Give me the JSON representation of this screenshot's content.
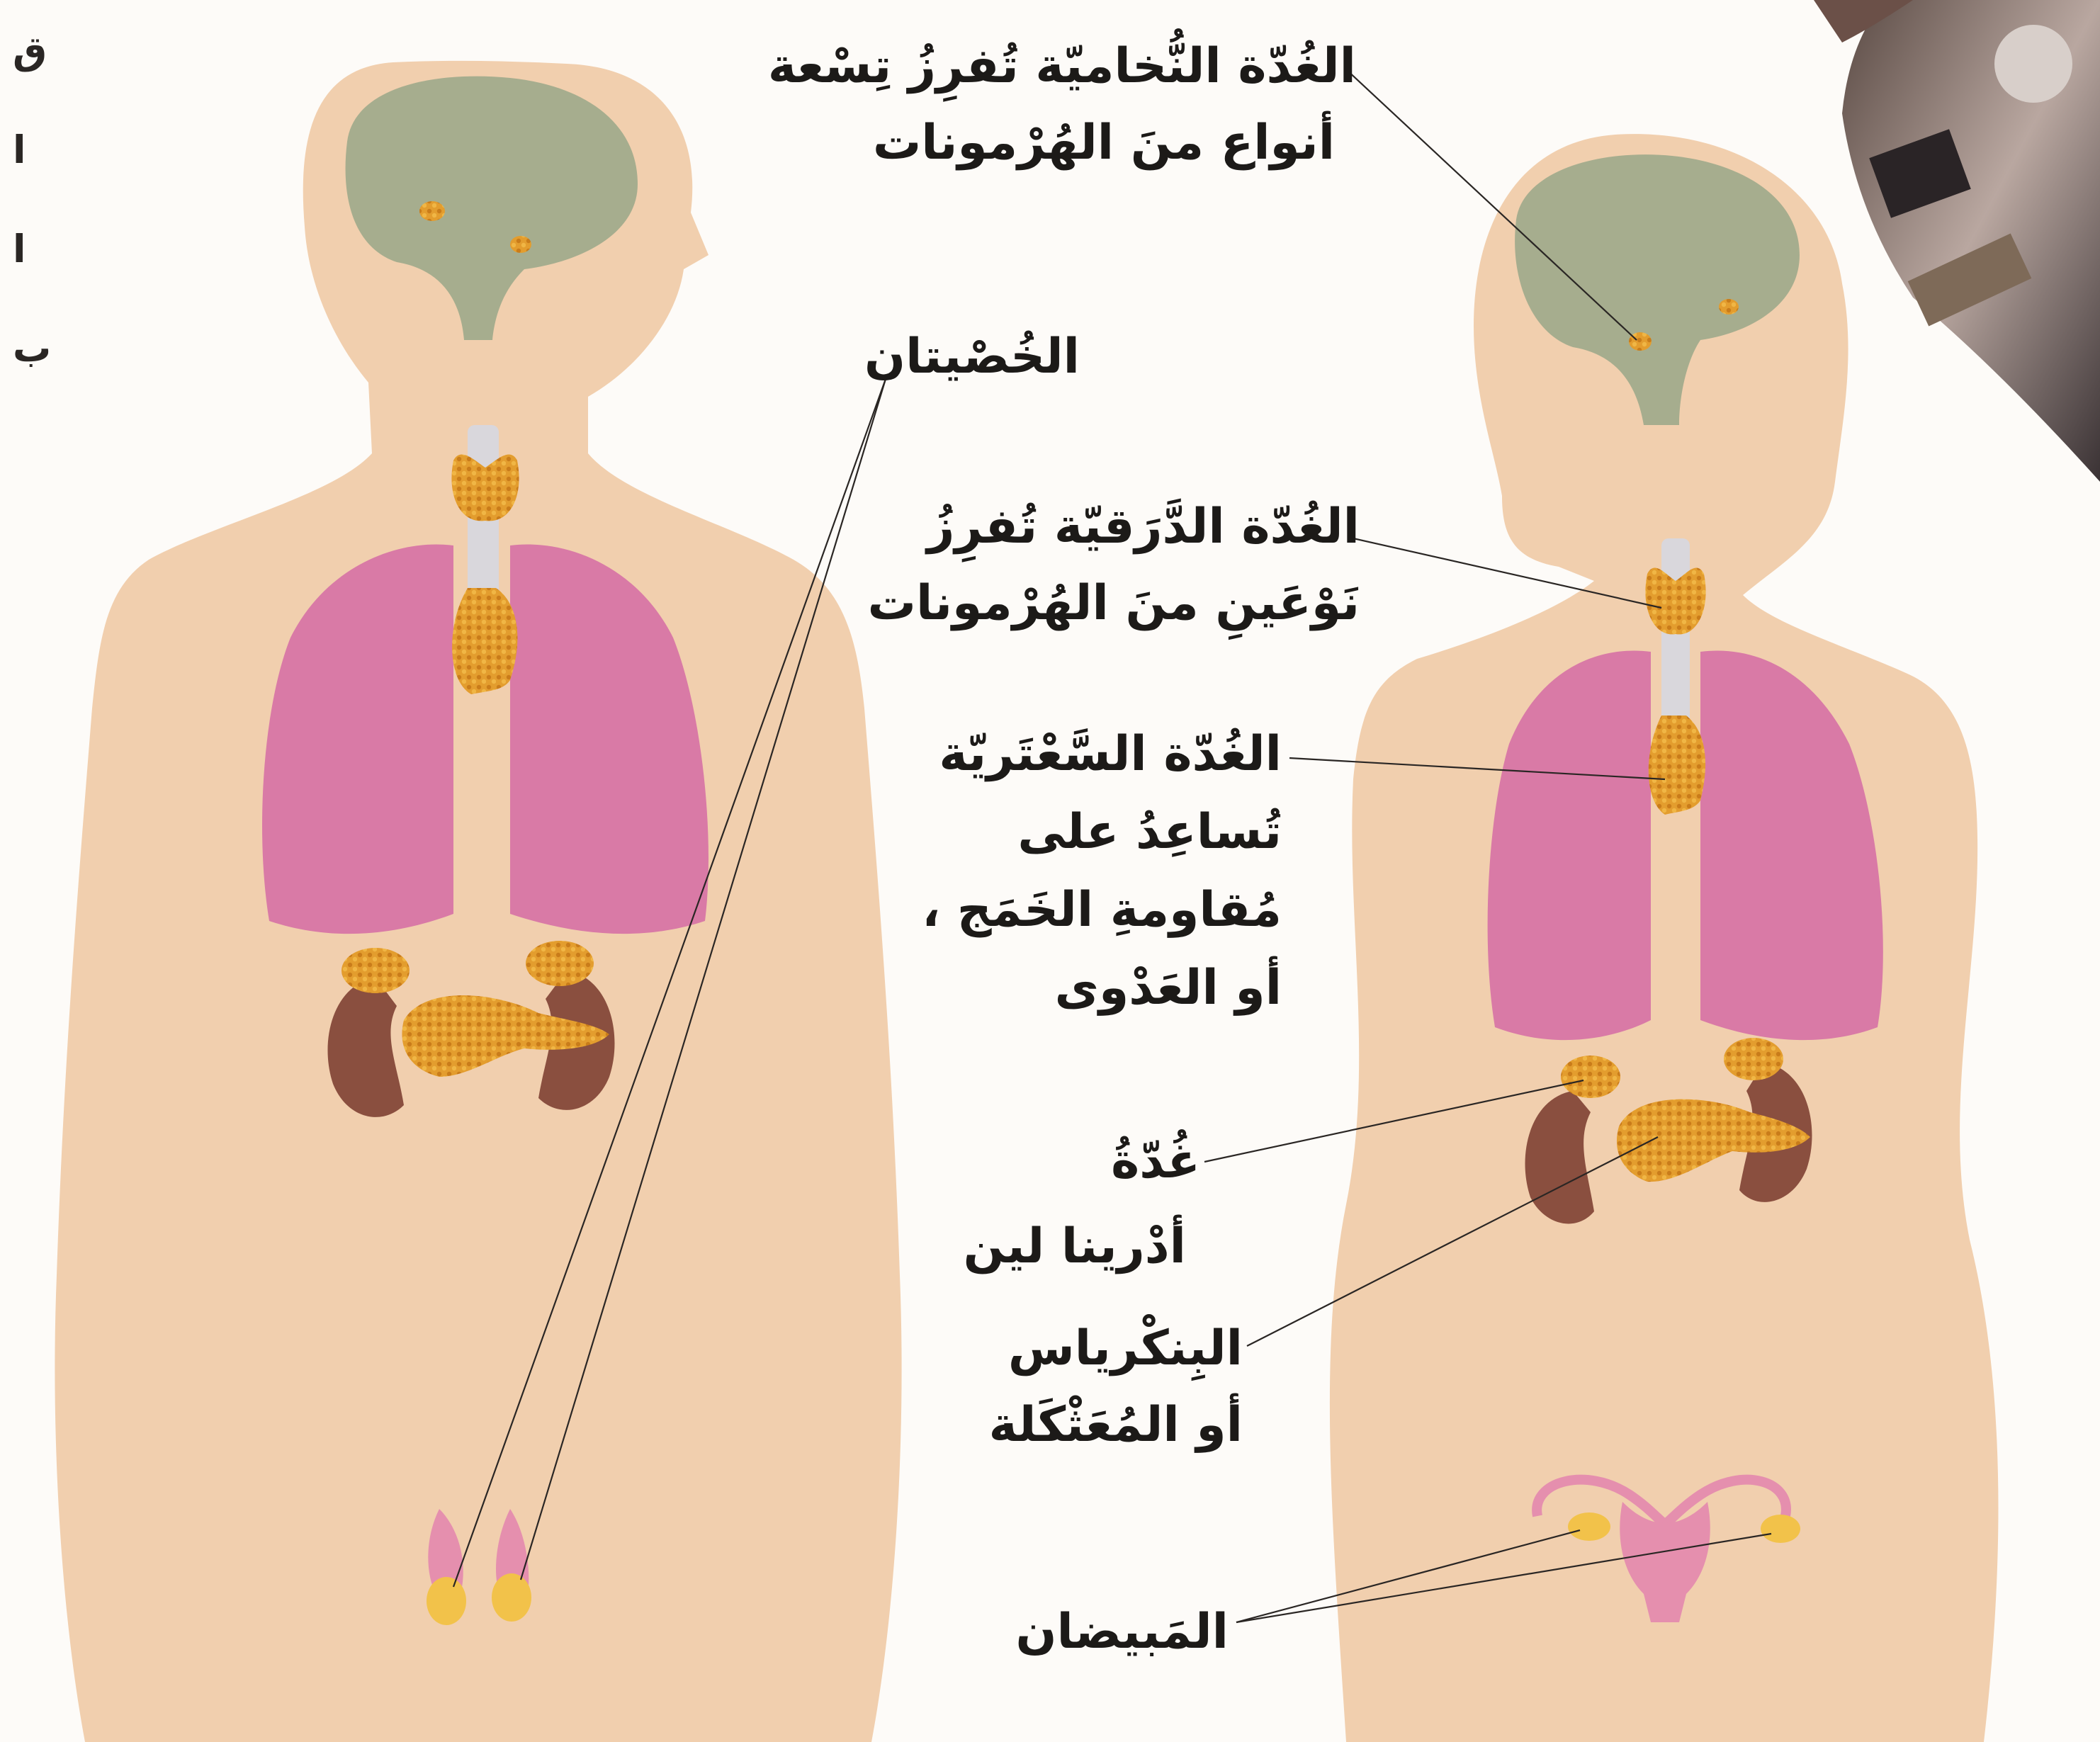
{
  "labels": {
    "pituitary": {
      "line1": "الغُدّة النُّخاميّة تُفرِزُ تِسْعة",
      "line2": "أنواع منَ الهُرْمونات"
    },
    "testes": {
      "line1": "الخُصْيتان"
    },
    "thyroid": {
      "line1": "الغُدّة الدَّرَقيّة تُفرِزُ",
      "line2": "نَوْعَينِ منَ الهُرْمونات"
    },
    "thymus": {
      "line1": "الغُدّة السَّعْتَريّة",
      "line2": "تُساعِدُ على",
      "line3": "مُقاومةِ الخَمَج ،",
      "line4": "أو العَدْوى"
    },
    "adrenal": {
      "line1": "غُدّةُ",
      "line2": "أدْرينا لين"
    },
    "pancreas": {
      "line1": "البِنكْرياس",
      "line2": "أو المُعَثْكَلة"
    },
    "ovaries": {
      "line1": "المَبيضان"
    }
  },
  "edge_text": [
    "ق",
    "ا",
    "ا",
    "ب"
  ],
  "colors": {
    "skin": "#f1cfae",
    "brain": "#a6ad8e",
    "lung": "#d97aa6",
    "gland": "#e09a2c",
    "kidney": "#8a4f3f",
    "uterus": "#e58fae",
    "trachea": "#d9d7dc"
  }
}
